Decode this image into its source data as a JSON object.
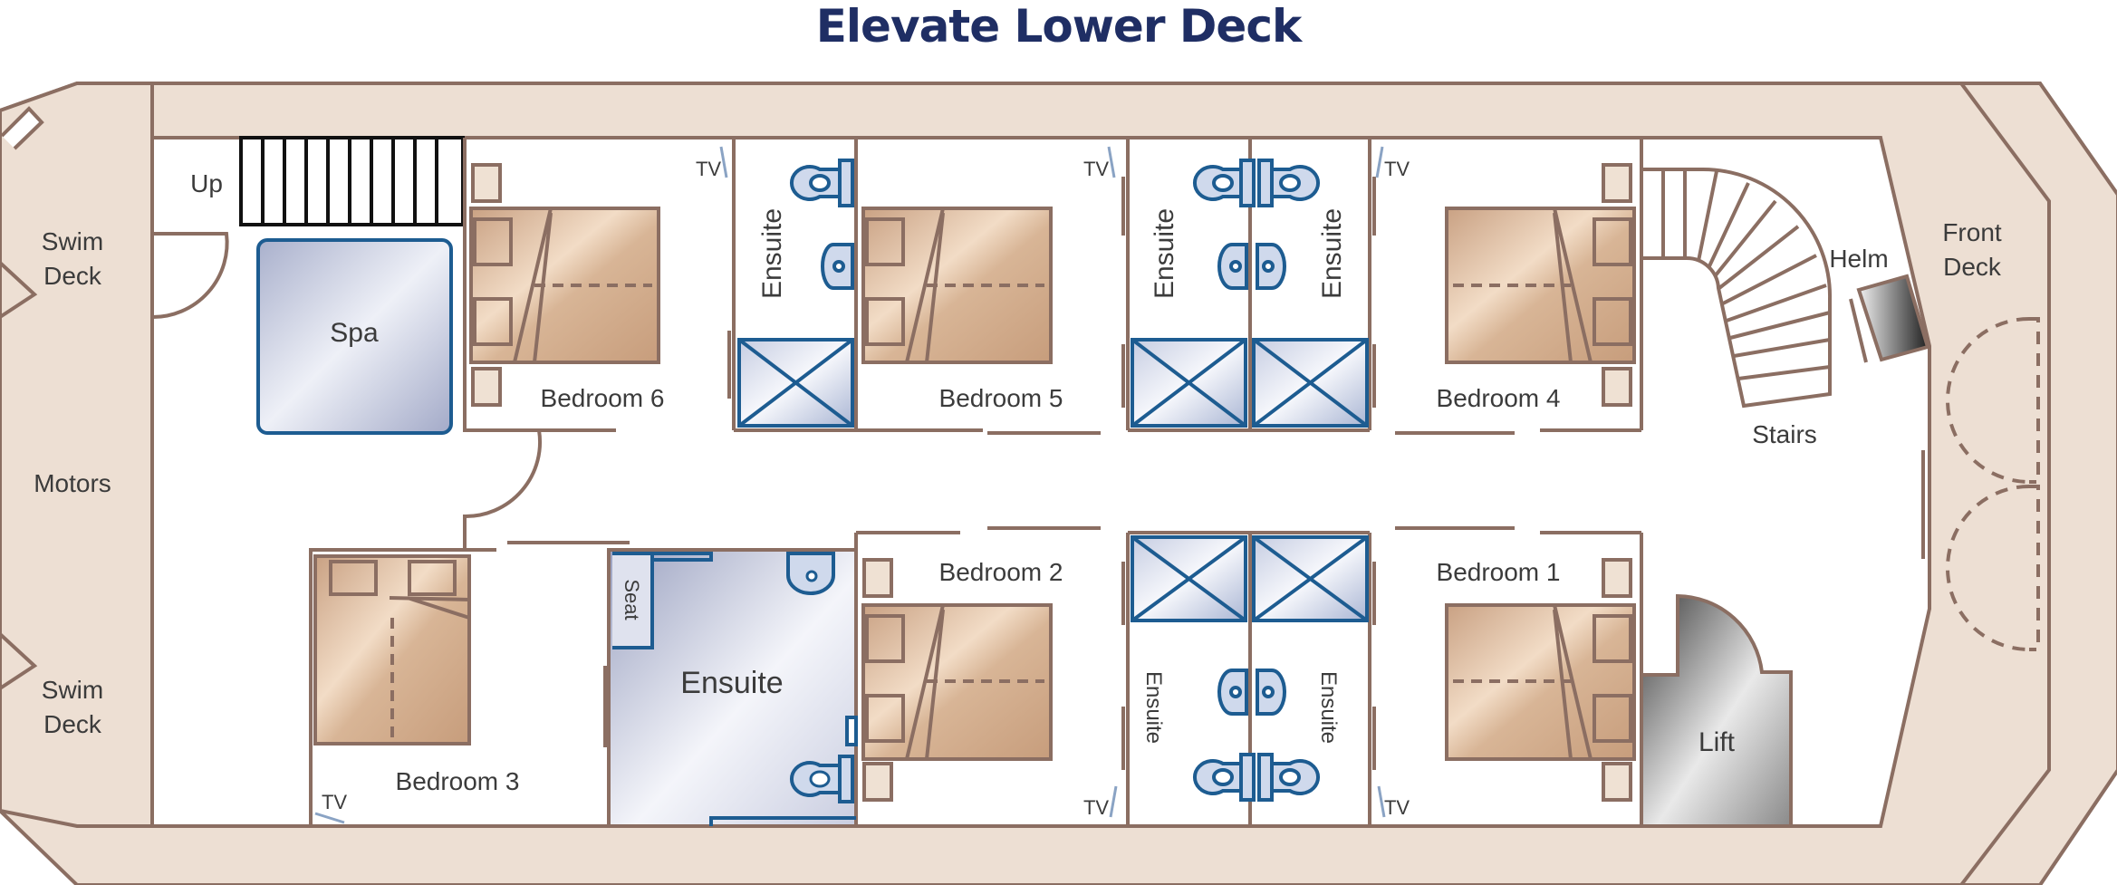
{
  "title": "Elevate Lower Deck",
  "colors": {
    "wall": "#8b6e62",
    "deck": "#eddfd3",
    "bed": "#d9b99c",
    "blue": "#1d5c91",
    "title": "#1f2e64"
  },
  "labels": {
    "swim_deck_rear_top": [
      "Swim",
      "Deck"
    ],
    "swim_deck_rear_bottom": [
      "Swim",
      "Deck"
    ],
    "motors": "Motors",
    "front_deck": [
      "Front",
      "Deck"
    ],
    "up": "Up",
    "spa": "Spa",
    "helm": "Helm",
    "stairs": "Stairs",
    "lift": "Lift",
    "seat": "Seat",
    "tv": "TV"
  },
  "rooms": {
    "bedroom_1": "Bedroom 1",
    "bedroom_2": "Bedroom 2",
    "bedroom_3": "Bedroom 3",
    "bedroom_4": "Bedroom 4",
    "bedroom_5": "Bedroom 5",
    "bedroom_6": "Bedroom 6",
    "ensuite": "Ensuite"
  }
}
